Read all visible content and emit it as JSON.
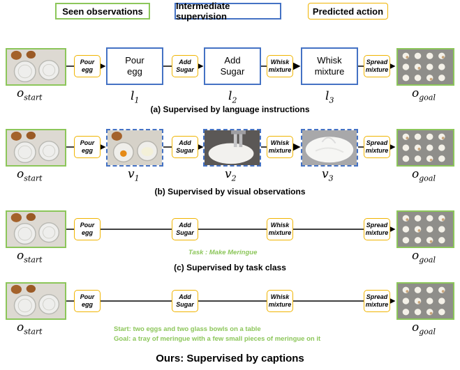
{
  "legend": {
    "seen": "Seen observations",
    "intermediate": "Intermediate supervision",
    "predicted": "Predicted action"
  },
  "actions": {
    "pour": [
      "Pour",
      "egg"
    ],
    "add": [
      "Add",
      "Sugar"
    ],
    "whisk": [
      "Whisk",
      "mixture"
    ],
    "spread": [
      "Spread",
      "mixture"
    ]
  },
  "instructions": {
    "l1": [
      "Pour",
      "egg"
    ],
    "l2": [
      "Add",
      "Sugar"
    ],
    "l3": [
      "Whisk",
      "mixture"
    ]
  },
  "symbols": {
    "start_base": "o",
    "start_sub": "start",
    "goal_base": "o",
    "goal_sub": "goal",
    "l_base": "l",
    "v_base": "v",
    "idx1": "1",
    "idx2": "2",
    "idx3": "3"
  },
  "captions": {
    "a": "(a) Supervised by language instructions",
    "b": "(b) Supervised by visual observations",
    "c": "(c) Supervised by task class",
    "ours": "Ours: Supervised by captions"
  },
  "task_text": "Task : Make Meringue",
  "caption_start": "Start: two eggs and two glass bowls on a table",
  "caption_goal": "Goal: a tray of meringue with a few small pieces of meringue on it",
  "colors": {
    "seen": "#8cc65a",
    "intermediate": "#4472c4",
    "predicted": "#f0b400"
  },
  "images": {
    "start": "eggs-and-bowls-photo",
    "goal": "meringue-tray-photo",
    "v1": "eggs-in-bowls-photo",
    "v2": "whisking-photo",
    "v3": "whipped-meringue-photo"
  }
}
